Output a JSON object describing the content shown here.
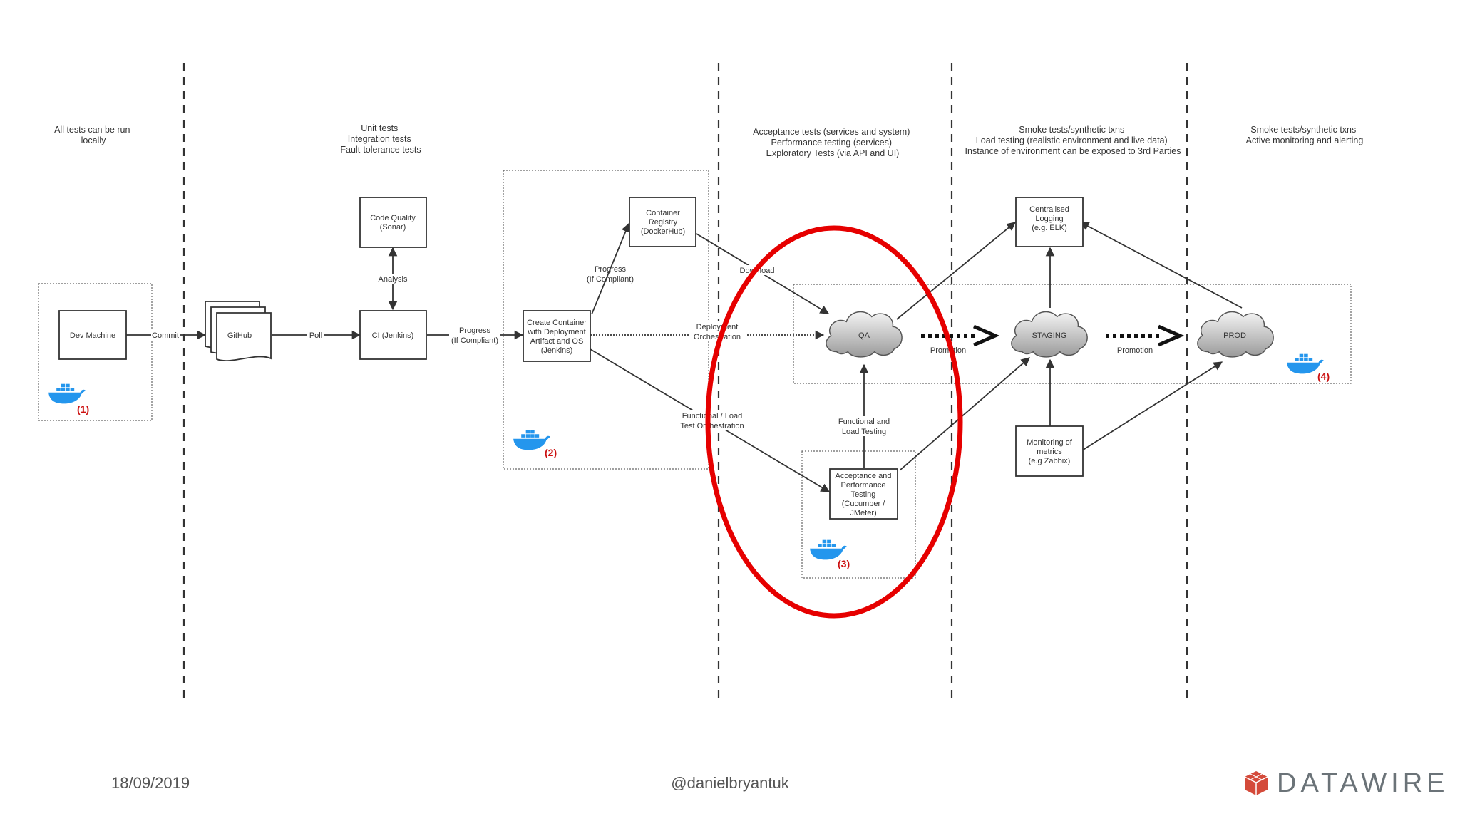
{
  "stages": [
    {
      "lines": [
        "All tests can be run",
        "locally"
      ]
    },
    {
      "lines": [
        "Unit tests",
        "Integration tests",
        "Fault-tolerance tests"
      ]
    },
    {
      "lines": [
        "Acceptance tests (services and system)",
        "Performance testing (services)",
        "Exploratory Tests (via API and UI)"
      ]
    },
    {
      "lines": [
        "Smoke tests/synthetic txns",
        "Load testing (realistic environment and live data)",
        "Instance of environment can be exposed to 3rd Parties"
      ]
    },
    {
      "lines": [
        "Smoke tests/synthetic txns",
        "Active monitoring and alerting"
      ]
    }
  ],
  "nodes": {
    "dev_machine": [
      "Dev Machine"
    ],
    "github": [
      "GitHub"
    ],
    "ci": [
      "CI (Jenkins)"
    ],
    "code_quality": [
      "Code Quality",
      "(Sonar)"
    ],
    "create_container": [
      "Create Container",
      "with Deployment",
      "Artifact and OS",
      "(Jenkins)"
    ],
    "registry": [
      "Container",
      "Registry",
      "(DockerHub)"
    ],
    "acceptance": [
      "Acceptance and",
      "Performance",
      "Testing",
      "(Cucumber /",
      "JMeter)"
    ],
    "logging": [
      "Centralised",
      "Logging",
      "(e.g. ELK)"
    ],
    "monitoring": [
      "Monitoring of",
      "metrics",
      "(e.g Zabbix)"
    ]
  },
  "clouds": {
    "qa": "QA",
    "staging": "STAGING",
    "prod": "PROD"
  },
  "edges": {
    "commit": [
      "Commit"
    ],
    "poll": [
      "Poll"
    ],
    "analysis": [
      "Analysis"
    ],
    "progress1": [
      "Progress",
      "(If Compliant)"
    ],
    "progress2": [
      "Progress",
      "(If Compliant)"
    ],
    "download": [
      "Download"
    ],
    "deployment": [
      "Deployment",
      "Orchestration"
    ],
    "functional_load": [
      "Functional / Load",
      "Test Orchestration"
    ],
    "functional_testing": [
      "Functional and",
      "Load Testing"
    ],
    "promotion1": [
      "Promotion"
    ],
    "promotion2": [
      "Promotion"
    ]
  },
  "annotations": [
    "(1)",
    "(2)",
    "(3)",
    "(4)"
  ],
  "icons": {
    "docker": "docker-whale-icon",
    "brand": "datawire-cube-icon"
  },
  "colors": {
    "highlight": "#e60000",
    "annotation": "#cc1111",
    "docker": "#2496ed",
    "brand": "#d44a3a"
  },
  "footer": {
    "date": "18/09/2019",
    "handle": "@danielbryantuk",
    "brand": "DATAWIRE"
  }
}
